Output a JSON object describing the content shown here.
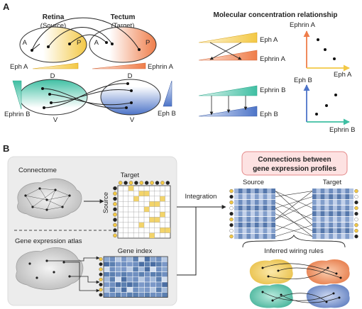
{
  "panel_a": {
    "letter": "A",
    "retina_title": "Retina",
    "retina_sub": "(Source)",
    "tectum_title": "Tectum",
    "tectum_sub": "(Target)",
    "axis_a_left": "A",
    "axis_p_left": "P",
    "axis_a_right": "A",
    "axis_p_right": "P",
    "axis_d_left": "D",
    "axis_v_left": "V",
    "axis_d_right": "D",
    "axis_v_right": "V",
    "eph_a": "Eph A",
    "ephrin_a": "Ephrin A",
    "ephrin_b": "Ephrin B",
    "eph_b": "Eph B",
    "relationship_title": "Molecular concentration relationship",
    "grad_eph_a": "Eph A",
    "grad_ephrin_a": "Ephrin A",
    "grad_ephrin_b": "Ephrin B",
    "grad_eph_b": "Eph B",
    "plot1_y": "Ephrin A",
    "plot1_x": "Eph A",
    "plot2_y": "Eph B",
    "plot2_x": "Ephrin B"
  },
  "panel_b": {
    "letter": "B",
    "connectome_label": "Connectome",
    "target_label": "Target",
    "source_label": "Source",
    "gene_atlas_label": "Gene expression atlas",
    "gene_index_label": "Gene index",
    "integration_label": "Integration",
    "connections_title_1": "Connections between",
    "connections_title_2": "gene expression profiles",
    "conn_source": "Source",
    "conn_target": "Target",
    "inferred_label": "Inferred wiring rules"
  },
  "colors": {
    "yellow": "#f3c845",
    "orange": "#ef7d4a",
    "teal": "#3fbfa3",
    "blue": "#4d74c8",
    "panel_bg": "#ececec",
    "pink_box": "#fde2e2",
    "pink_border": "#e48a8a",
    "matrix_blue": "#5b7fb0"
  }
}
